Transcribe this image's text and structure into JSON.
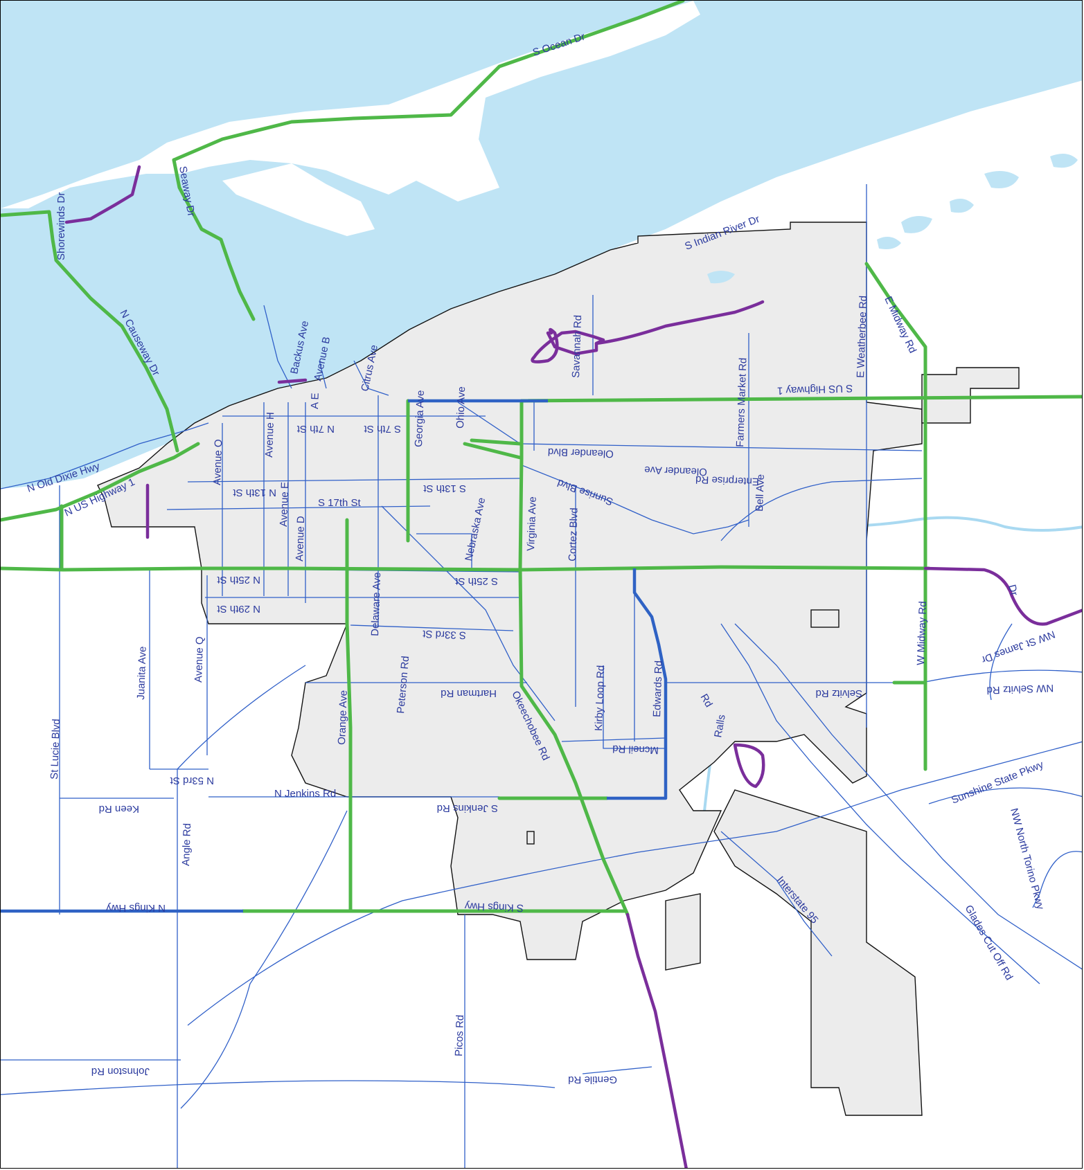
{
  "map": {
    "colors": {
      "water": "#bfe4f5",
      "city_area": "#ececec",
      "minor_road": "#2f5fc8",
      "green_route": "#4fb848",
      "blue_route": "#2f62c4",
      "purple_route": "#7a2e9b"
    },
    "labels": {
      "s_ocean_dr": "S Ocean Dr",
      "s_indian_river_dr": "S Indian River Dr",
      "shorewinds_dr": "Shorewinds Dr",
      "seaway_dr": "Seaway Dr",
      "n_causeway_dr": "N Causeway Dr",
      "backus_ave": "Backus Ave",
      "avenue_b": "Avenue B",
      "avenue_a": "A E",
      "citrus_ave": "Citrus Ave",
      "georgia_ave": "Georgia Ave",
      "ohio_ave": "Ohio Ave",
      "savannah_rd": "Savannah Rd",
      "farmers_market_rd": "Farmers Market Rd",
      "e_weatherbee_rd": "E Weatherbee Rd",
      "e_midway_rd": "E Midway Rd",
      "s_us_highway_1": "S US Highway 1",
      "avenue_h": "Avenue H",
      "n_7th_st": "N 7th St",
      "s_7th_st": "S 7th St",
      "n_old_dixie_hwy": "N Old Dixie Hwy",
      "avenue_o": "Avenue O",
      "oleander_blvd": "Oleander Blvd",
      "oleander_ave": "Oleander Ave",
      "enterprise_rd": "Enterprise Rd",
      "sunrise_blvd": "Sunrise Blvd",
      "n_13th_st": "N 13th St",
      "s_13th_st": "S 13th St",
      "avenue_e": "Avenue E",
      "n_us_highway_1": "N US Highway 1",
      "s_17th_st": "S 17th St",
      "nebraska_ave": "Nebraska Ave",
      "bell_ave": "Bell Ave",
      "virginia_ave": "Virginia Ave",
      "cortez_blvd": "Cortez Blvd",
      "avenue_d": "Avenue D",
      "n_25th_st": "N 25th St",
      "s_25th_st": "S 25th St",
      "n_29th_st": "N 29th St",
      "w_midway_rd": "W Midway Rd",
      "nw_st_james_dr": "NW St James Dr",
      "delaware_ave": "Delaware Ave",
      "s_33rd_st": "S 33rd St",
      "juanita_ave": "Juanita Ave",
      "avenue_q": "Avenue Q",
      "peterson_rd": "Peterson Rd",
      "hartman_rd": "Hartman Rd",
      "kirby_loop_rd": "Kirby Loop Rd",
      "edwards_rd": "Edwards Rd",
      "selvitz_rd": "Selvitz Rd",
      "nw_selvitz_rd": "NW Selvitz Rd",
      "st_lucie_blvd": "St Lucie Blvd",
      "orange_ave": "Orange Ave",
      "okeechobee_rd": "Okeechobee Rd",
      "ralls_rd_1": "Ralls",
      "ralls_rd_2": "Rd",
      "mcneil_rd": "Mcneil Rd",
      "n_53rd_st": "N 53rd St",
      "n_jenkins_rd": "N Jenkins Rd",
      "s_jenkins_rd": "S Jenkins Rd",
      "sunshine_state_pkwy": "Sunshine State Pkwy",
      "keen_rd": "Keen Rd",
      "angle_rd": "Angle Rd",
      "nw_north_torino_pkwy": "NW North Torino Pkwy",
      "n_kings_hwy": "N Kings Hwy",
      "s_kings_hwy": "S Kings Hwy",
      "interstate_95": "Interstate 95",
      "glades_cut_off_rd": "Glades Cut Off Rd",
      "picos_rd": "Picos Rd",
      "johnston_rd": "Johnston Rd",
      "gentile_rd": "Gentile Rd"
    }
  }
}
